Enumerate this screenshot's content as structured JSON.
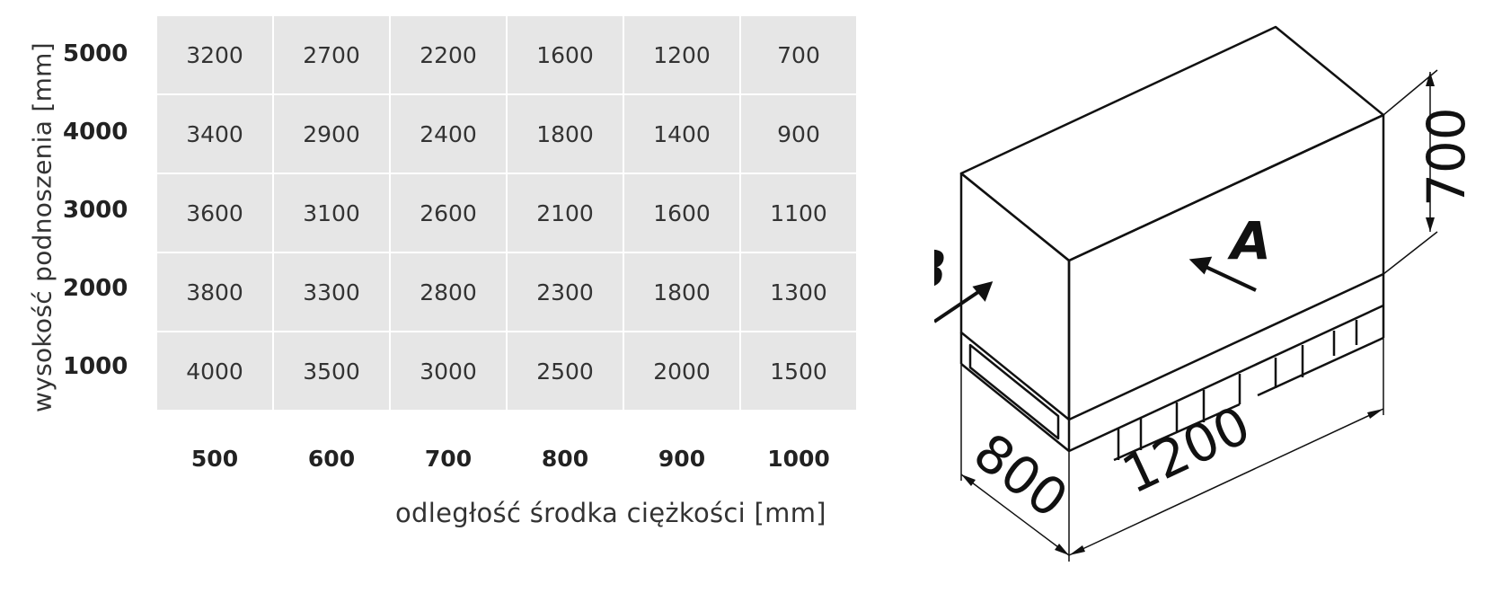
{
  "table": {
    "y_axis_label": "wysokość podnoszenia [mm]",
    "x_axis_label": "odległość środka ciężkości [mm]",
    "row_labels": [
      "5000",
      "4000",
      "3000",
      "2000",
      "1000"
    ],
    "column_labels": [
      "500",
      "600",
      "700",
      "800",
      "900",
      "1000"
    ],
    "rows": [
      [
        "3200",
        "2700",
        "2200",
        "1600",
        "1200",
        "700"
      ],
      [
        "3400",
        "2900",
        "2400",
        "1800",
        "1400",
        "900"
      ],
      [
        "3600",
        "3100",
        "2600",
        "2100",
        "1600",
        "1100"
      ],
      [
        "3800",
        "3300",
        "2800",
        "2300",
        "1800",
        "1300"
      ],
      [
        "4000",
        "3500",
        "3000",
        "2500",
        "2000",
        "1500"
      ]
    ],
    "cell_color": "#e6e6e6"
  },
  "pallet_diagram": {
    "height_label": "700",
    "width_label": "800",
    "length_label": "1200",
    "side_a_label": "A",
    "side_b_label": "B"
  }
}
